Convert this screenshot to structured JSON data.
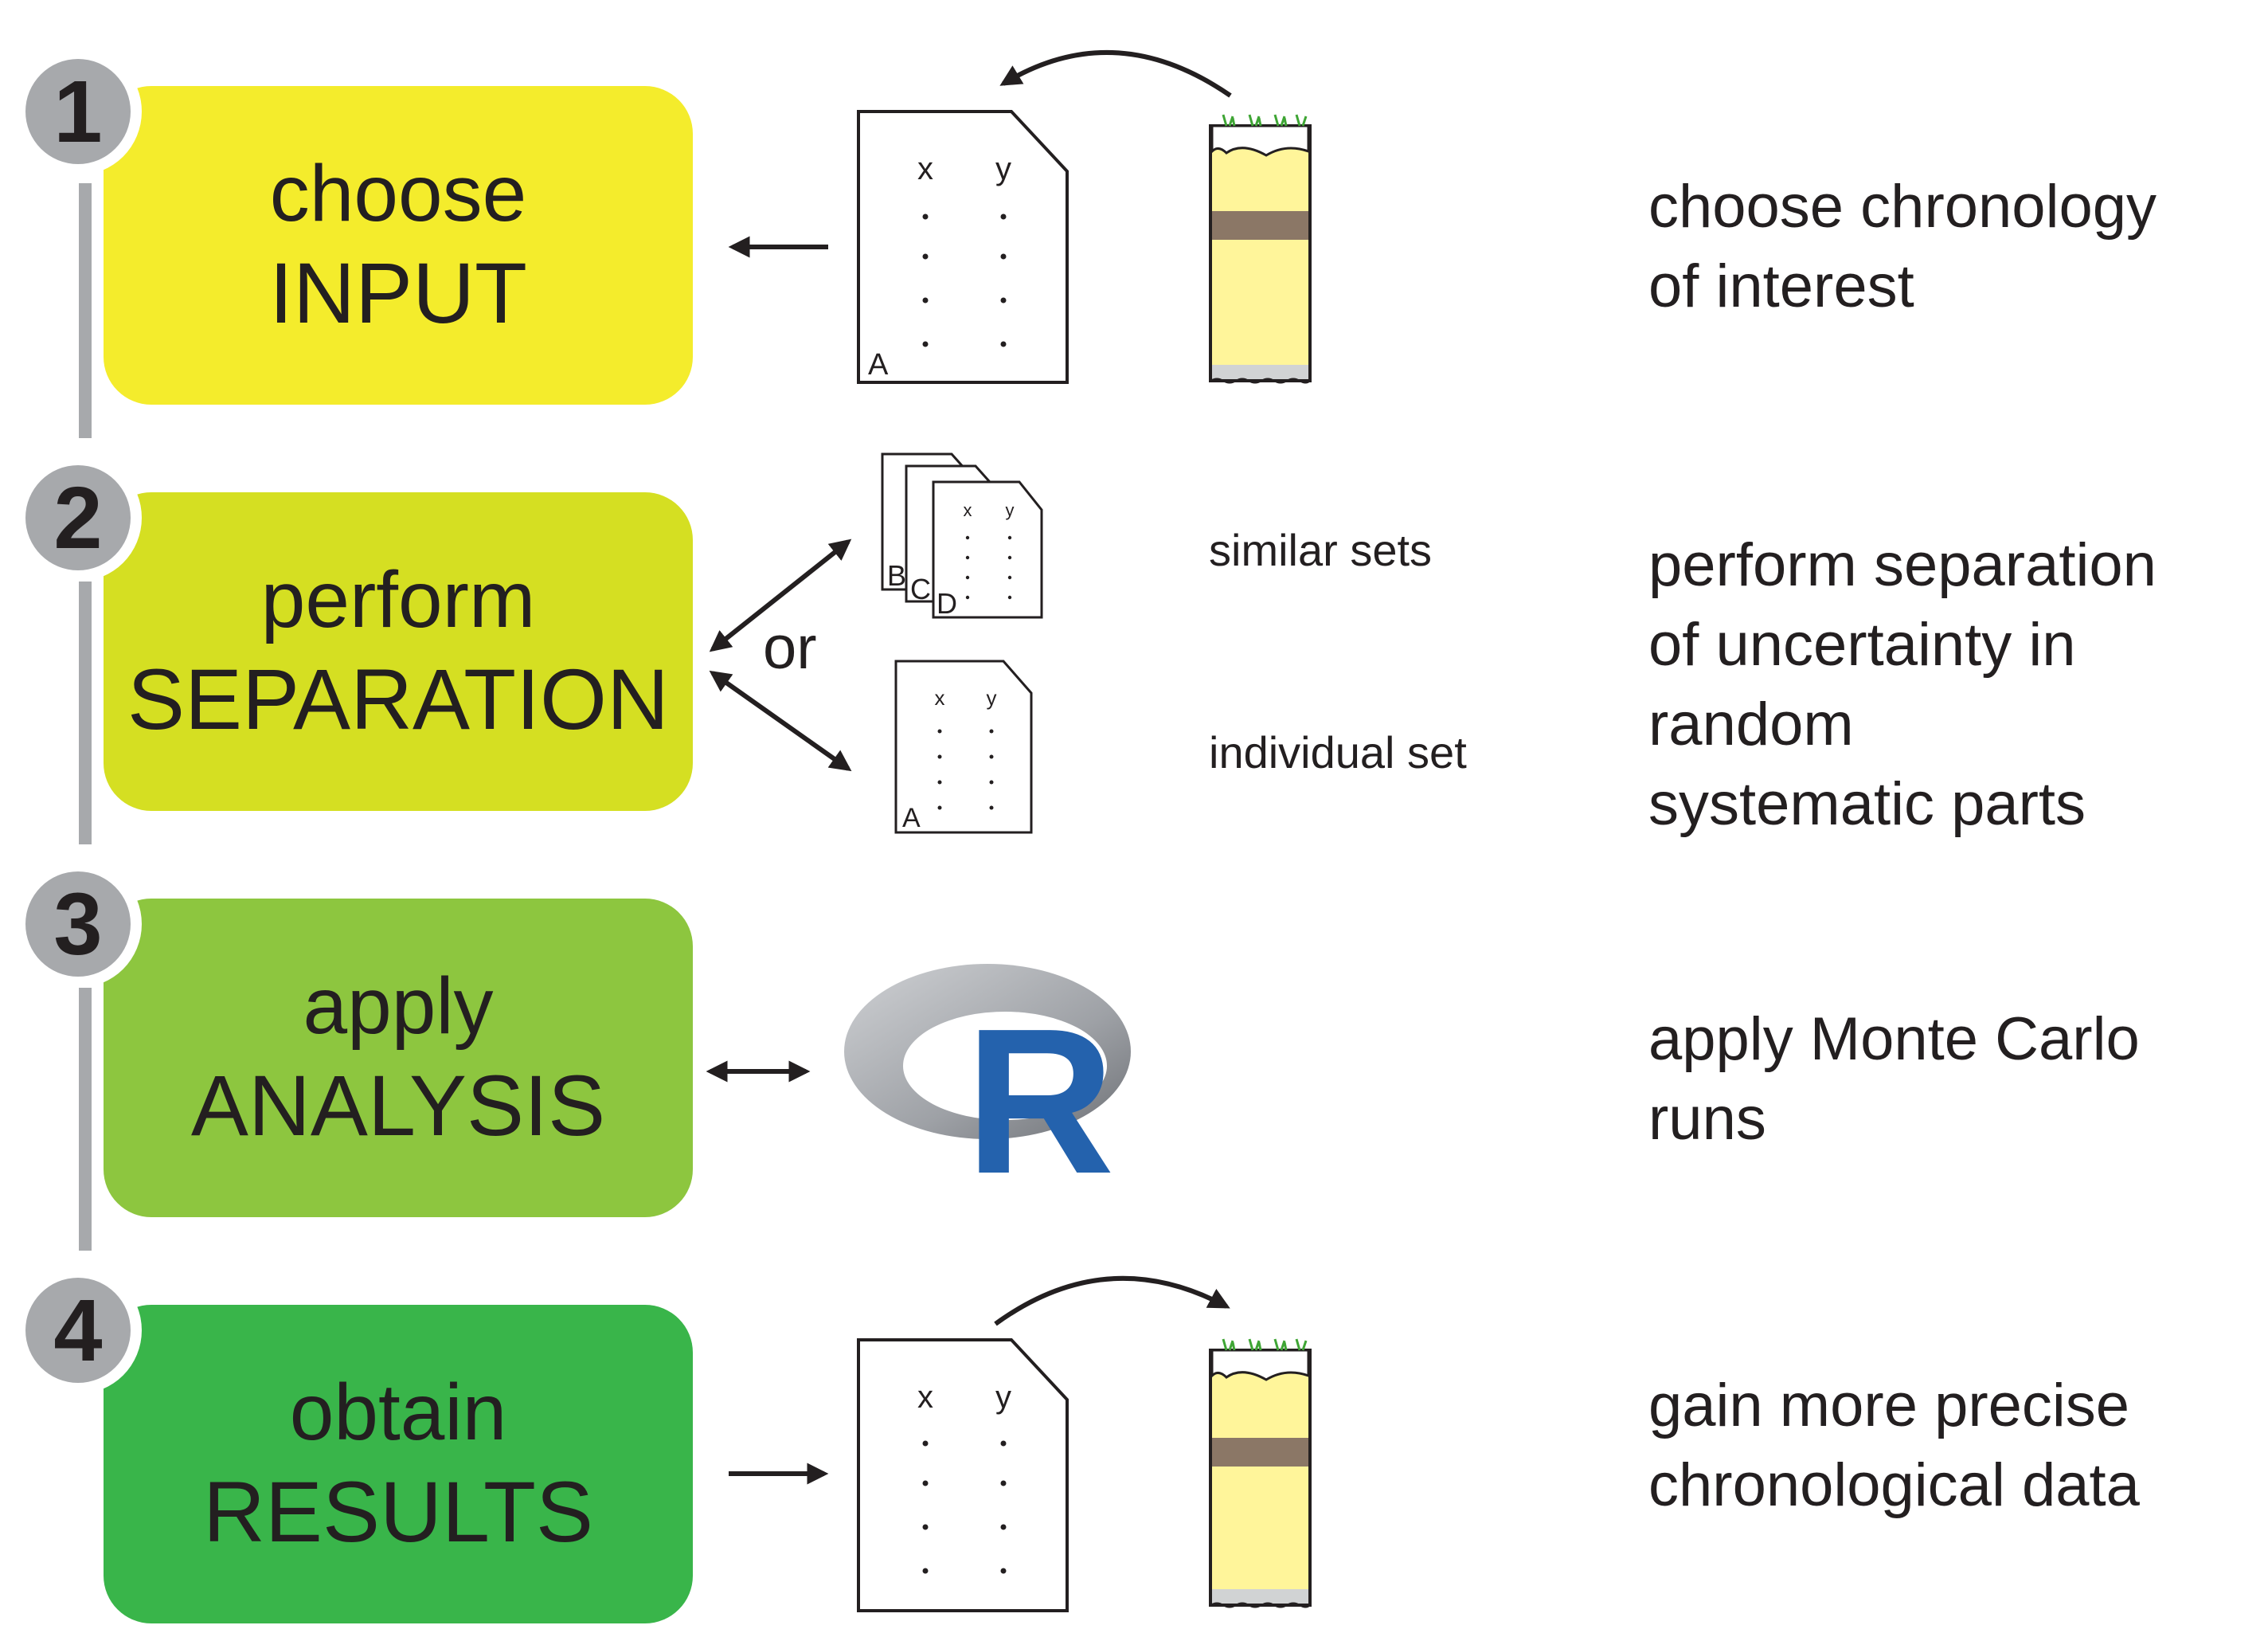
{
  "steps": [
    {
      "number": "1",
      "verb": "choose",
      "noun": "INPUT",
      "color": "#f4ec2c",
      "description": [
        "choose chronology",
        "of interest"
      ]
    },
    {
      "number": "2",
      "verb": "perform",
      "noun": "SEPARATION",
      "color": "#d5df22",
      "description": [
        "perform separation",
        "of uncertainty in",
        "random",
        "systematic parts"
      ]
    },
    {
      "number": "3",
      "verb": "apply",
      "noun": "ANALYSIS",
      "color": "#8dc63f",
      "description": [
        "apply Monte Carlo",
        "runs"
      ]
    },
    {
      "number": "4",
      "verb": "obtain",
      "noun": "RESULTS",
      "color": "#39b54a",
      "description": [
        "gain more precise",
        "chronological data"
      ]
    }
  ],
  "separation": {
    "or_label": "or",
    "similar_sets_label": "similar sets",
    "individual_set_label": "individual set"
  },
  "document": {
    "col_x": "x",
    "col_y": "y",
    "letter_single": "A",
    "letters_stack": [
      "B",
      "C",
      "D"
    ]
  },
  "r_logo": {
    "letter": "R",
    "ring_color": "#9ea1a6",
    "letter_color": "#2462ad"
  },
  "colors": {
    "timeline": "#a7a9ac",
    "core_sediment": "#fff59a",
    "core_band": "#8b7766",
    "grass": "#3fa535",
    "text": "#231f20"
  },
  "icons": [
    "document-icon",
    "sediment-core-icon",
    "r-logo-icon",
    "arrow-icon"
  ]
}
